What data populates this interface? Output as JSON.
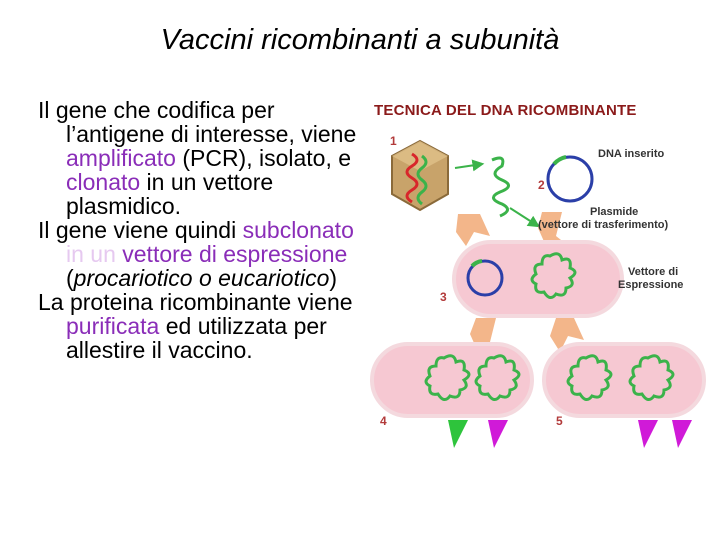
{
  "title": "Vaccini ricombinanti a subunità",
  "bullets": [
    {
      "parts": [
        {
          "text": "Il gene che codifica per l’antigene di interesse, viene ",
          "style": "plain"
        },
        {
          "text": "amplificato",
          "style": "purple"
        },
        {
          "text": " (PCR), isolato, e ",
          "style": "plain"
        },
        {
          "text": "clonato",
          "style": "purple"
        },
        {
          "text": " in un vettore plasmidico.",
          "style": "plain"
        }
      ]
    },
    {
      "parts": [
        {
          "text": "Il gene viene quindi ",
          "style": "plain"
        },
        {
          "text": "subclonato",
          "style": "purple"
        },
        {
          "text": " in un",
          "style": "faded"
        },
        {
          "text": " vettore di espressione",
          "style": "purple"
        },
        {
          "text": " (",
          "style": "plain"
        },
        {
          "text": "procariotico o eucariotico",
          "style": "italic"
        },
        {
          "text": ")",
          "style": "plain"
        }
      ]
    },
    {
      "parts": [
        {
          "text": "La proteina ricombinante viene ",
          "style": "plain"
        },
        {
          "text": "purificata",
          "style": "purple"
        },
        {
          "text": " ed utilizzata per allestire il vaccino.",
          "style": "plain"
        }
      ]
    }
  ],
  "figure": {
    "title": "TECNICA DEL DNA RICOMBINANTE",
    "label_dna": "DNA inserito",
    "label_plasmid_1": "Plasmide",
    "label_plasmid_2": "(vettore di trasferimento)",
    "label_vector_1": "Vettore di",
    "label_vector_2": "Espressione",
    "steps": [
      "1",
      "2",
      "3",
      "4",
      "5"
    ]
  },
  "colors": {
    "purple_text": "#8a2db8",
    "cell_fill": "#f6c8d2",
    "cell_border": "#f4d9de",
    "dna_green": "#3bb34a",
    "protein_green": "#2ec43c",
    "protein_magenta": "#d01ad8",
    "plasmid_blue": "#2b3fa8"
  }
}
